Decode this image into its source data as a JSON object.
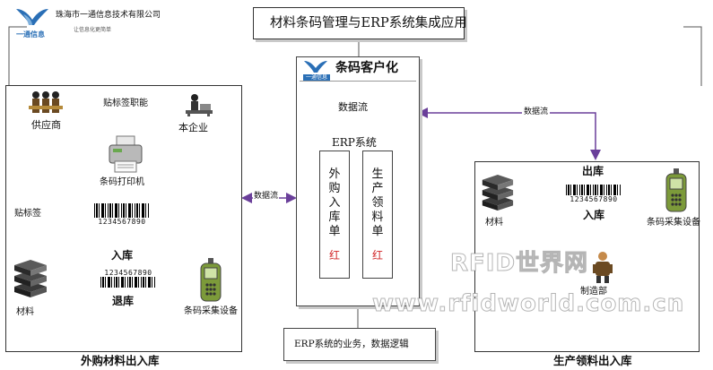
{
  "header": {
    "company_name": "珠海市一通信息技术有限公司",
    "company_slogan": "让信息化更简单",
    "logo_text": "一通信息",
    "title": "材料条码管理与ERP系统集成应用"
  },
  "center_panel": {
    "title": "条码客户化",
    "logo_text": "一通信息",
    "data_flow_label": "数据流",
    "erp_label": "ERP系统",
    "doc_left": {
      "chars": [
        "外",
        "购",
        "入",
        "库",
        "单"
      ],
      "mark": "红"
    },
    "doc_right": {
      "chars": [
        "生",
        "产",
        "领",
        "料",
        "单"
      ],
      "mark": "红"
    }
  },
  "bottom_center": {
    "text": "ERP系统的业务，数据逻辑"
  },
  "left_panel": {
    "title": "外购材料出入库",
    "label_function": "贴标签职能",
    "supplier": "供应商",
    "enterprise": "本企业",
    "printer": "条码打印机",
    "label_step": "贴标签",
    "material": "材料",
    "inbound": "入库",
    "return": "退库",
    "collector": "条码采集设备",
    "barcode_number": "1234567890"
  },
  "right_panel": {
    "title": "生产领料出入库",
    "outbound": "出库",
    "inbound": "入库",
    "material": "材料",
    "collector": "条码采集设备",
    "workshop": "制造部",
    "barcode_number": "1234567890"
  },
  "links": {
    "left_data_flow": "数据流",
    "right_data_flow": "数据流"
  },
  "watermark": {
    "brand": "RFID世界网",
    "url": "www.rfidworld.com.cn"
  },
  "colors": {
    "yellow_flow": "#e8b900",
    "blue_arrow": "#2f7fc4",
    "red_arrow": "#c8201c",
    "purple_link": "#6a3f9a",
    "teal_arrow": "#7fb7c9",
    "doc_mark_red": "#d2282a",
    "logo_blue": "#2a6fb6"
  }
}
